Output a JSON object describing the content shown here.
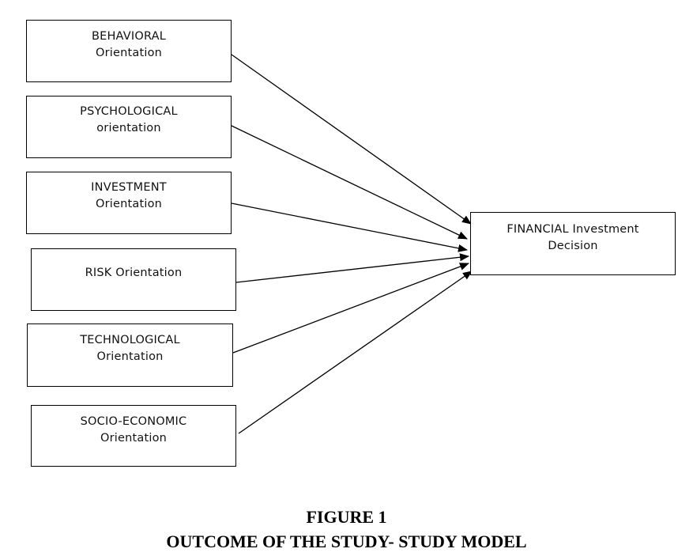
{
  "diagram": {
    "sources": [
      {
        "id": "behavioral",
        "line1": "BEHAVIORAL",
        "line2": "Orientation"
      },
      {
        "id": "psychological",
        "line1": "PSYCHOLOGICAL",
        "line2": "orientation"
      },
      {
        "id": "investment",
        "line1": "INVESTMENT",
        "line2": "Orientation"
      },
      {
        "id": "risk",
        "line1": "RISK Orientation",
        "line2": ""
      },
      {
        "id": "technological",
        "line1": "TECHNOLOGICAL",
        "line2": "Orientation"
      },
      {
        "id": "socio-economic",
        "line1": "SOCIO-ECONOMIC",
        "line2": "Orientation"
      }
    ],
    "target": {
      "line1": "FINANCIAL Investment",
      "line2": "Decision"
    },
    "edges": [
      {
        "from": "behavioral",
        "to": "target"
      },
      {
        "from": "psychological",
        "to": "target"
      },
      {
        "from": "investment",
        "to": "target"
      },
      {
        "from": "risk",
        "to": "target"
      },
      {
        "from": "technological",
        "to": "target"
      },
      {
        "from": "socio-economic",
        "to": "target"
      }
    ]
  },
  "caption": {
    "figure_label": "FIGURE 1",
    "title": "OUTCOME OF THE STUDY- STUDY MODEL"
  }
}
